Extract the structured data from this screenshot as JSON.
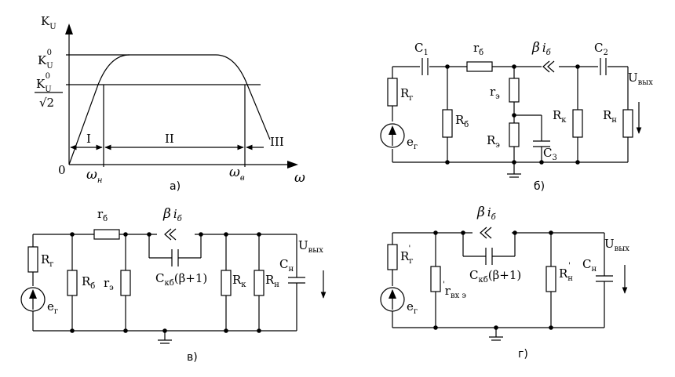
{
  "figure_a": {
    "caption": "а)",
    "y_axis": {
      "symbol": "K",
      "sub": "U"
    },
    "k_max": {
      "symbol": "K",
      "sub": "U",
      "sup": "0"
    },
    "k_cut": {
      "symbol": "K",
      "sub": "U",
      "sup": "0",
      "denominator": "√2"
    },
    "origin": "0",
    "x_axis": "ω",
    "omega_low": {
      "symbol": "ω",
      "sub": "н"
    },
    "omega_high": {
      "symbol": "ω",
      "sub": "в"
    },
    "regions": [
      "I",
      "II",
      "III"
    ]
  },
  "figure_b": {
    "caption": "б)",
    "labels": {
      "c1": {
        "symbol": "C",
        "sub": "1"
      },
      "rb": {
        "symbol": "r",
        "sub": "б"
      },
      "beta_ib": {
        "symbol": "β",
        "rest": "i",
        "sub": "б"
      },
      "c2": {
        "symbol": "C",
        "sub": "2"
      },
      "u_out": {
        "symbol": "U",
        "sub": "вых"
      },
      "rg": {
        "symbol": "R",
        "sub": "г"
      },
      "eg": {
        "symbol": "e",
        "sub": "г"
      },
      "rb_res": {
        "symbol": "R",
        "sub": "б"
      },
      "re_small": {
        "symbol": "r",
        "sub": "э"
      },
      "re_big": {
        "symbol": "R",
        "sub": "э"
      },
      "c3": {
        "symbol": "C",
        "sub": "3"
      },
      "rk": {
        "symbol": "R",
        "sub": "к"
      },
      "rn": {
        "symbol": "R",
        "sub": "н"
      }
    }
  },
  "figure_c": {
    "caption": "в)",
    "labels": {
      "rb": {
        "symbol": "r",
        "sub": "б"
      },
      "beta_ib": {
        "symbol": "β",
        "rest": "i",
        "sub": "б"
      },
      "u_out": {
        "symbol": "U",
        "sub": "вых"
      },
      "rg": {
        "symbol": "R",
        "sub": "г"
      },
      "eg": {
        "symbol": "e",
        "sub": "г"
      },
      "rb_res": {
        "symbol": "R",
        "sub": "б"
      },
      "re": {
        "symbol": "r",
        "sub": "э"
      },
      "ckb": {
        "symbol": "C",
        "sub": "кб",
        "rest": "(β+1)"
      },
      "rk": {
        "symbol": "R",
        "sub": "к"
      },
      "rn": {
        "symbol": "R",
        "sub": "н"
      },
      "cn": {
        "symbol": "C",
        "sub": "н"
      }
    }
  },
  "figure_d": {
    "caption": "г)",
    "labels": {
      "beta_ib": {
        "symbol": "β",
        "rest": "i",
        "sub": "б"
      },
      "u_out": {
        "symbol": "U",
        "sub": "вых"
      },
      "rg_prime": {
        "symbol": "R",
        "sub": "г",
        "sup": "'"
      },
      "eg": {
        "symbol": "e",
        "sub": "г"
      },
      "r_in": {
        "symbol": "r",
        "sub": "вх э",
        "sup": "'"
      },
      "ckb": {
        "symbol": "C",
        "sub": "кб",
        "rest": "(β+1)"
      },
      "rn_prime": {
        "symbol": "R",
        "sub": "н",
        "sup": "'"
      },
      "cn": {
        "symbol": "C",
        "sub": "н"
      }
    }
  }
}
